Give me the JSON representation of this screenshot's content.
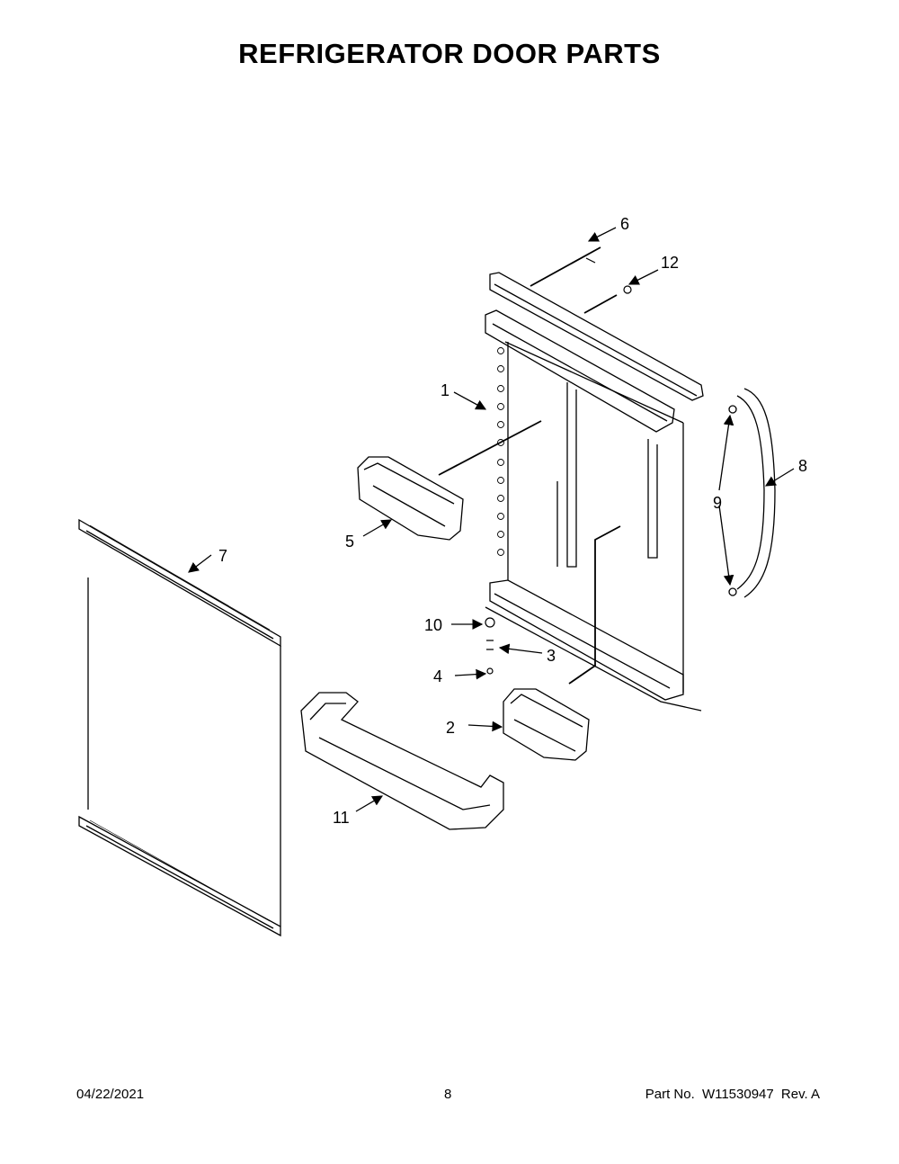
{
  "page": {
    "title": "REFRIGERATOR DOOR PARTS",
    "date": "04/22/2021",
    "page_number": "8",
    "part_label": "Part No.",
    "part_number": "W11530947",
    "revision": "Rev. A"
  },
  "callouts": [
    "1",
    "2",
    "3",
    "4",
    "5",
    "6",
    "7",
    "8",
    "9",
    "10",
    "11",
    "12"
  ],
  "colors": {
    "ink": "#000000",
    "paper": "#ffffff"
  }
}
